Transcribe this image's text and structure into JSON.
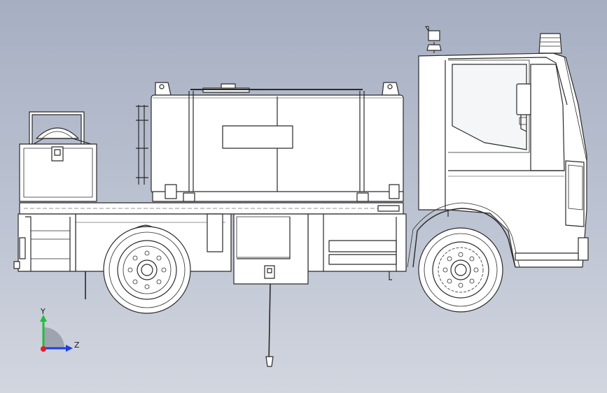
{
  "viewport": {
    "background_top": "#a6afc2",
    "background_bottom": "#d2d6df",
    "line_color": "#2a2a2a",
    "fill_color": "#ffffff"
  },
  "model": {
    "subject": "truck-side-view"
  },
  "triad": {
    "y_label": "Y",
    "z_label": "Z",
    "y_color": "#1fbf3a",
    "z_color": "#1d3fe0",
    "x_color": "#e0202a",
    "plane_color": "#7a7f8a"
  }
}
